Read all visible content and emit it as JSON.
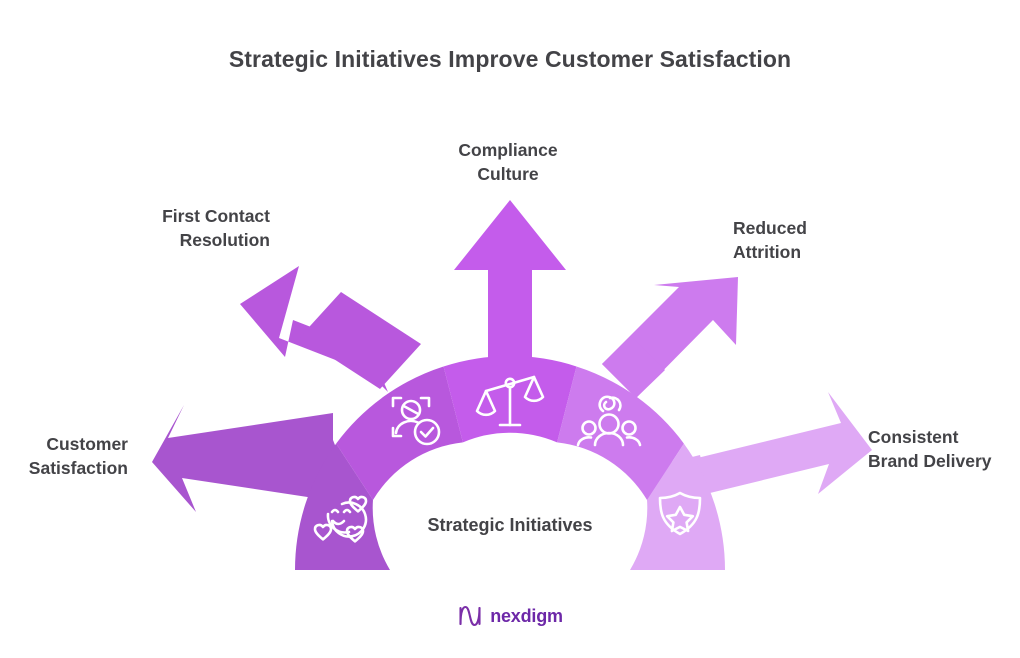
{
  "header": {
    "title": "Strategic Initiatives Improve Customer Satisfaction"
  },
  "center": {
    "label": "Strategic Initiatives"
  },
  "brand": {
    "name": "nexdigm",
    "mark": "nexdigm-logo-mark",
    "mark_color": "#7b2fa8",
    "text_color": "#6d28a8"
  },
  "colors": {
    "background": "#ffffff",
    "text": "#434347",
    "segment_1": "#a855cf",
    "segment_2": "#b858dd",
    "segment_3": "#c45ceb",
    "segment_4": "#cd7bee",
    "segment_5": "#dfa9f5",
    "arrow_1": "#a855cf",
    "arrow_2": "#b858dd",
    "arrow_3": "#c45ceb",
    "arrow_4": "#cd7bee",
    "arrow_5": "#dfa9f5"
  },
  "chart_data": {
    "type": "diagram",
    "title": "Strategic Initiatives Improve Customer Satisfaction",
    "center_label": "Strategic Initiatives",
    "layout": "semicircular-arc-with-radial-arrows",
    "segment_count": 5,
    "segments": [
      {
        "index": 1,
        "label": "Customer\nSatisfaction",
        "label_flat": "Customer Satisfaction",
        "icon": "smiley-hearts-icon",
        "color": "#a855cf",
        "arrow_direction": "left",
        "angle_deg": 180,
        "label_align": "right"
      },
      {
        "index": 2,
        "label": "First Contact\nResolution",
        "label_flat": "First Contact Resolution",
        "icon": "person-scan-check-icon",
        "color": "#b858dd",
        "arrow_direction": "upper-left",
        "angle_deg": 144,
        "label_align": "right"
      },
      {
        "index": 3,
        "label": "Compliance\nCulture",
        "label_flat": "Compliance Culture",
        "icon": "balance-scales-icon",
        "color": "#c45ceb",
        "arrow_direction": "up",
        "angle_deg": 90,
        "label_align": "center"
      },
      {
        "index": 4,
        "label": "Reduced\nAttrition",
        "label_flat": "Reduced Attrition",
        "icon": "people-group-retention-icon",
        "color": "#cd7bee",
        "arrow_direction": "upper-right",
        "angle_deg": 36,
        "label_align": "left"
      },
      {
        "index": 5,
        "label": "Consistent\nBrand Delivery",
        "label_flat": "Consistent Brand Delivery",
        "icon": "shield-star-icon",
        "color": "#dfa9f5",
        "arrow_direction": "right",
        "angle_deg": 0,
        "label_align": "left"
      }
    ]
  }
}
